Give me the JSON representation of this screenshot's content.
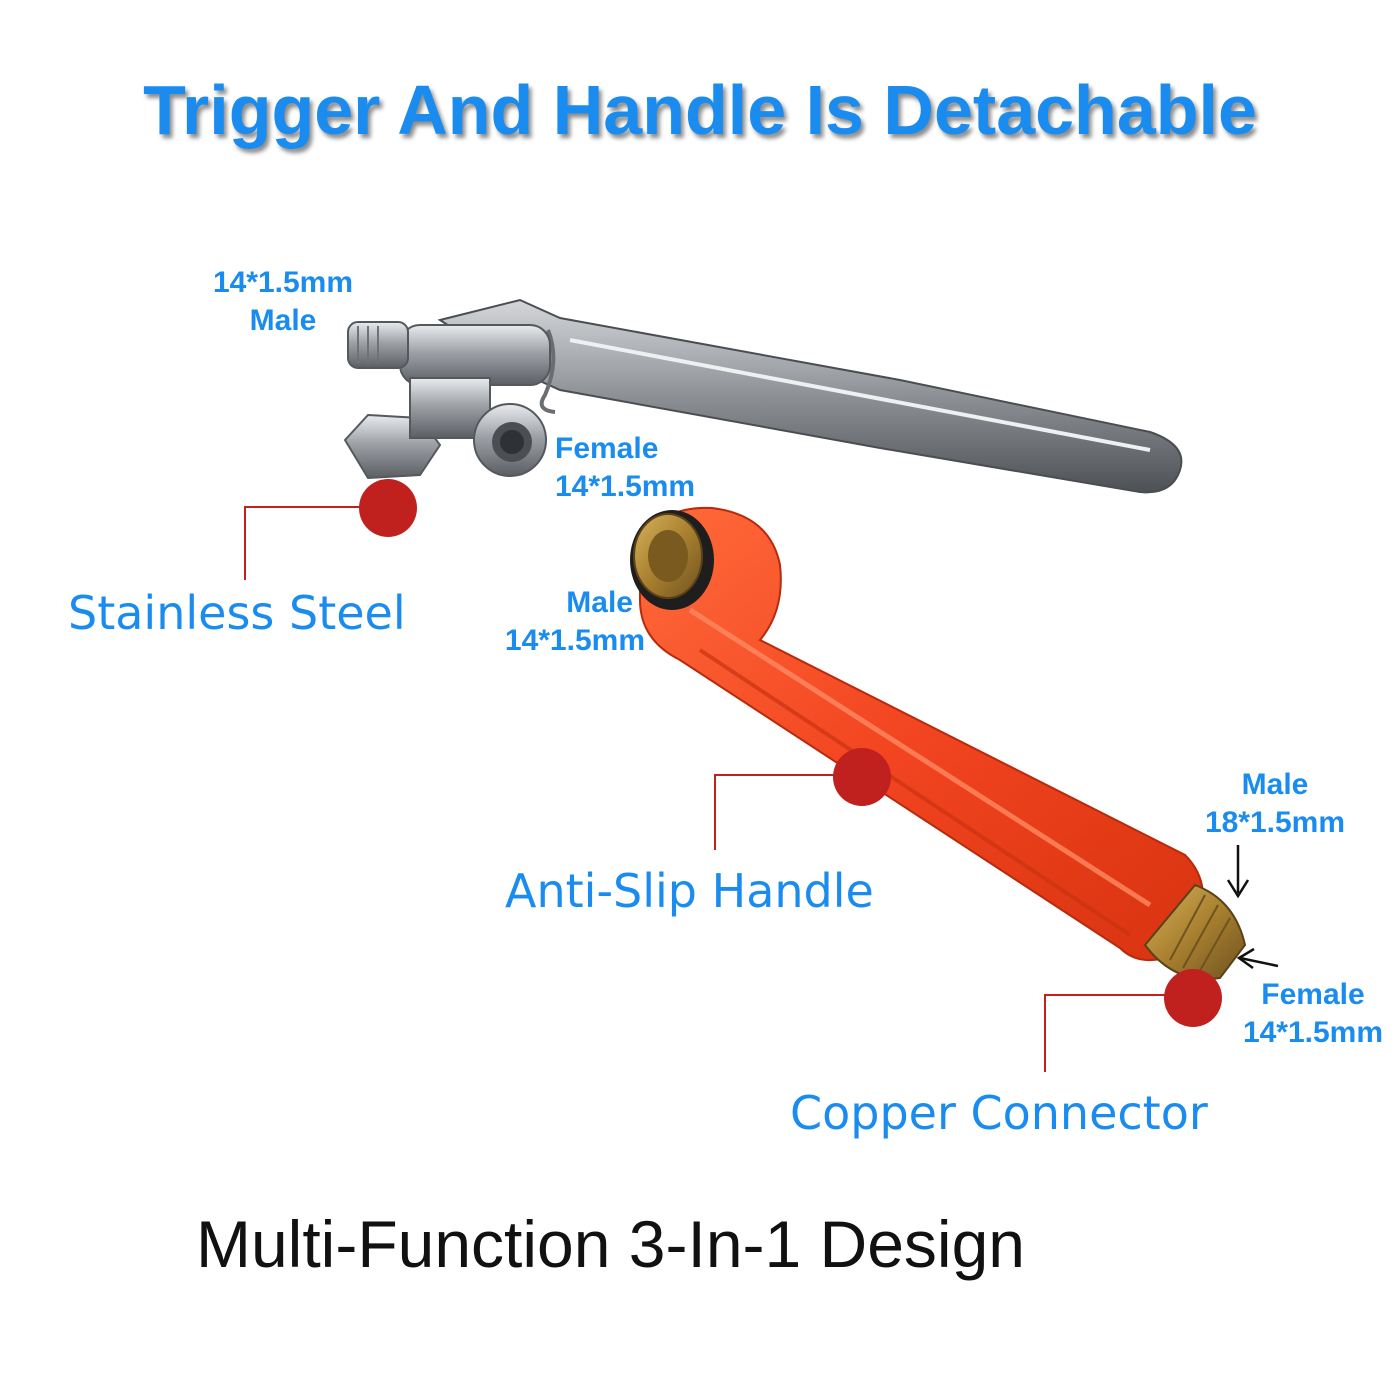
{
  "headline": "Trigger And Handle Is Detachable",
  "trigger_specs": {
    "male": {
      "line1": "14*1.5mm",
      "line2": "Male"
    },
    "female": {
      "line1": "Female",
      "line2": "14*1.5mm"
    }
  },
  "handle_specs": {
    "front_male": {
      "line1": "Male",
      "line2": "14*1.5mm"
    },
    "rear_male": {
      "line1": "Male",
      "line2": "18*1.5mm"
    },
    "rear_female": {
      "line1": "Female",
      "line2": "14*1.5mm"
    }
  },
  "callouts": {
    "stainless_steel": "Stainless Steel",
    "anti_slip_handle": "Anti-Slip Handle",
    "copper_connector": "Copper Connector"
  },
  "footer": "Multi-Function 3-In-1 Design",
  "colors": {
    "headline": "#1a8cf0",
    "label": "#1a8cf0",
    "marker": "#c0201e",
    "handle": "#f0451c",
    "steel": "#b9bcc0",
    "brass": "#b58d3a"
  }
}
